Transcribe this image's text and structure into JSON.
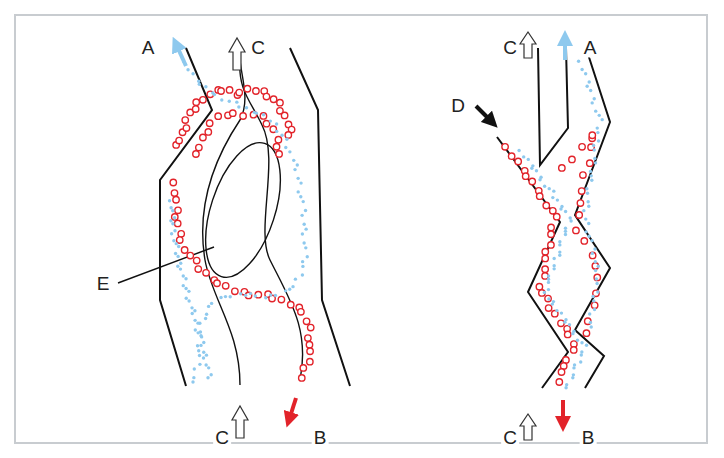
{
  "diagram": {
    "labels": [
      "A",
      "C",
      "E",
      "C",
      "B",
      "C",
      "A",
      "D",
      "C",
      "B"
    ]
  }
}
